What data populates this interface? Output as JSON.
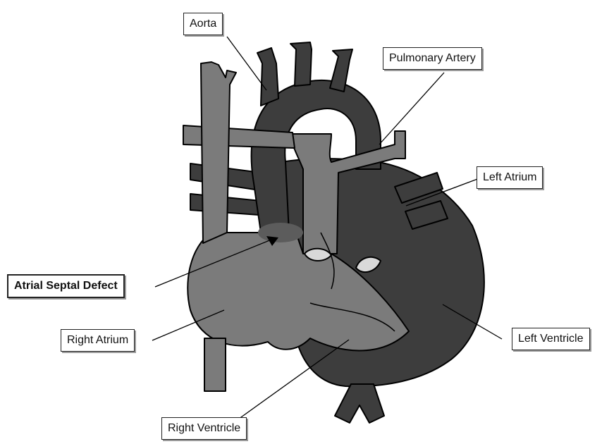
{
  "labels": {
    "aorta": "Aorta",
    "pulmonary_artery": "Pulmonary Artery",
    "left_atrium": "Left Atrium",
    "atrial_septal_defect": "Atrial Septal Defect",
    "right_atrium": "Right Atrium",
    "left_ventricle": "Left Ventricle",
    "right_ventricle": "Right Ventricle"
  },
  "colors": {
    "oxygen_poor": "#7b7b7b",
    "oxygen_rich": "#3d3d3d",
    "outline": "#000000",
    "valve": "#d9d9d9"
  }
}
